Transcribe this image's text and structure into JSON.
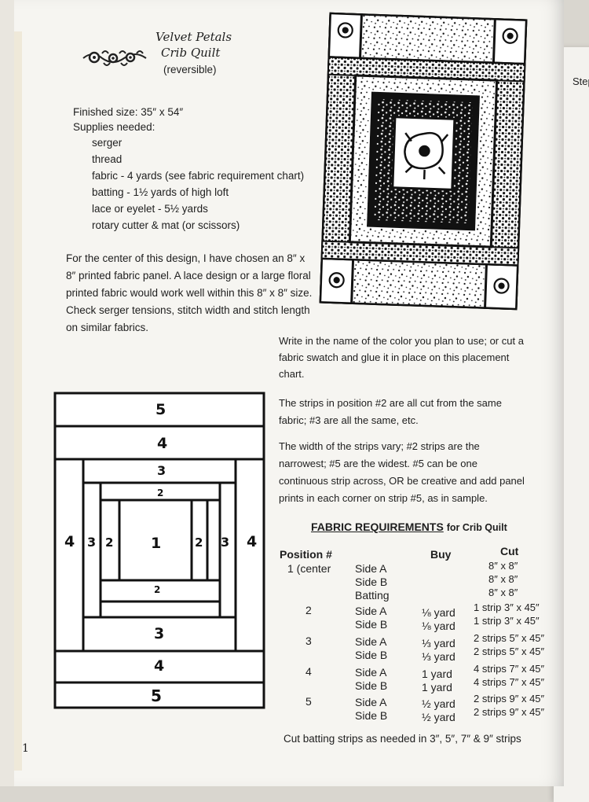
{
  "next_page_fragment": "Step",
  "title": {
    "line1": "Velvet Petals",
    "line2": "Crib Quilt",
    "subtitle": "(reversible)"
  },
  "finished_size": "Finished size: 35″ x 54″",
  "supplies_heading": "Supplies needed:",
  "supplies": [
    "serger",
    "thread",
    "fabric - 4 yards (see fabric requirement chart)",
    "batting - 1½ yards of high loft",
    "lace or eyelet - 5½ yards",
    "rotary cutter & mat (or scissors)"
  ],
  "intro_paragraph": [
    "For the center of this design, I have chosen an 8″ x",
    "8″ printed fabric panel. A lace design or a large floral",
    "printed fabric would work well within this 8″ x 8″ size."
  ],
  "tension_paragraph": [
    "Check serger tensions, stitch width and stitch length",
    "on similar fabrics."
  ],
  "color_paragraph": [
    "Write in the name of the color you plan to use; or cut a",
    "fabric swatch and glue it in place on this placement",
    "chart."
  ],
  "strips_paragraph": [
    "The strips in position #2 are all cut from the same",
    "fabric; #3 are all the same, etc."
  ],
  "width_paragraph": [
    "The width of the strips vary; #2 strips are the",
    "narrowest; #5 are the widest. #5 can be one",
    "continuous strip across, OR be creative and add panel",
    "prints in each corner on strip #5, as in sample."
  ],
  "chart_labels": {
    "top5": "5",
    "top4": "4",
    "top3": "3",
    "top2": "2",
    "left4": "4",
    "left3": "3",
    "left2": "2",
    "center": "1",
    "right2": "2",
    "right3": "3",
    "right4": "4",
    "bottom2": "2",
    "bottom3": "3",
    "bottom4": "4",
    "bottom5": "5"
  },
  "requirements": {
    "heading": "FABRIC REQUIREMENTS",
    "heading_suffix": "for Crib Quilt",
    "col_position": "Position #",
    "col_buy": "Buy",
    "col_cut": "Cut",
    "pos1": "1 (center",
    "pos2": "2",
    "pos3": "3",
    "pos4": "4",
    "pos5": "5",
    "rows": [
      {
        "side": "Side A",
        "buy": "",
        "cut": "8″ x 8″"
      },
      {
        "side": "Side B",
        "buy": "",
        "cut": "8″ x 8″"
      },
      {
        "side": "Batting",
        "buy": "",
        "cut": "8″ x 8″"
      },
      {
        "side": "Side A",
        "buy": "⅛ yard",
        "cut": "1 strip 3″ x 45″"
      },
      {
        "side": "Side B",
        "buy": "⅛ yard",
        "cut": "1 strip 3″ x 45″"
      },
      {
        "side": "Side A",
        "buy": "⅓ yard",
        "cut": "2 strips 5″ x 45″"
      },
      {
        "side": "Side B",
        "buy": "⅓ yard",
        "cut": "2 strips 5″ x 45″"
      },
      {
        "side": "Side A",
        "buy": "1 yard",
        "cut": "4 strips 7″ x 45″"
      },
      {
        "side": "Side B",
        "buy": "1 yard",
        "cut": "4 strips 7″ x 45″"
      },
      {
        "side": "Side A",
        "buy": "½ yard",
        "cut": "2 strips 9″ x 45″"
      },
      {
        "side": "Side B",
        "buy": "½ yard",
        "cut": "2 strips 9″ x 45″"
      }
    ],
    "footer": "Cut batting strips as needed in 3″, 5″, 7″ & 9″ strips"
  },
  "page_number": "1",
  "icons": [
    "flower-ornament-icon",
    "flower-corner-icon",
    "center-floral-icon"
  ]
}
